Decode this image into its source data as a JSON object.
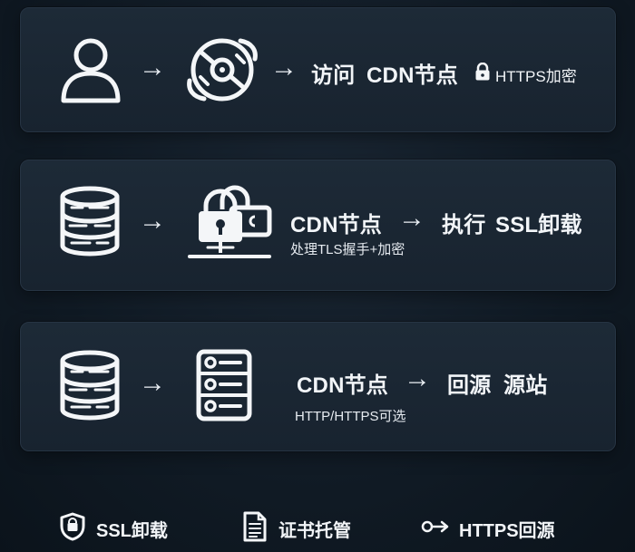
{
  "flow1": {
    "arrow1": "→",
    "arrow2": "→",
    "action": "访问",
    "node": "CDN节点",
    "badge": "HTTPS加密"
  },
  "flow2": {
    "arrow1": "→",
    "node": "CDN节点",
    "arrow2": "→",
    "action": "执行",
    "result": "SSL卸载",
    "note": "处理TLS握手+加密"
  },
  "flow3": {
    "arrow1": "→",
    "node": "CDN节点",
    "arrow2": "→",
    "action": "回源",
    "result": "源站",
    "note": "HTTP/HTTPS可选"
  },
  "legend": [
    {
      "icon": "shield-icon",
      "label": "SSL卸载"
    },
    {
      "icon": "document-icon",
      "label": "证书托管"
    },
    {
      "icon": "key-arrow-icon",
      "label": "HTTPS回源"
    }
  ]
}
